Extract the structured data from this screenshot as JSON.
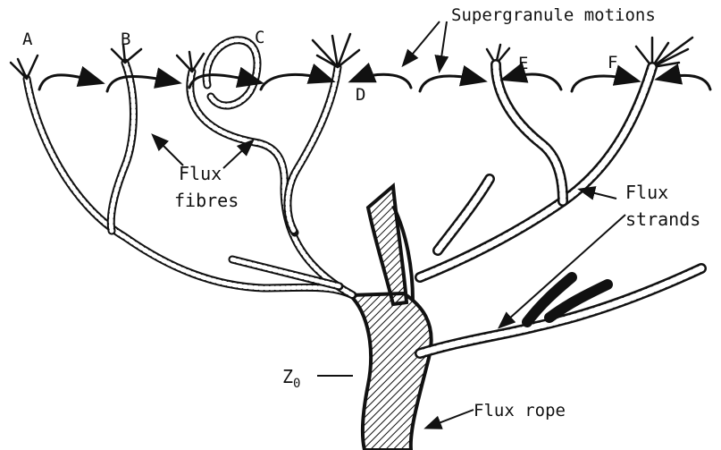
{
  "labels": {
    "a": "A",
    "b": "B",
    "c": "C",
    "d": "D",
    "e": "E",
    "f": "F",
    "supergranule_motions": "Supergranule motions",
    "flux_fibres_line1": "Flux",
    "flux_fibres_line2": "fibres",
    "flux_strands_line1": "Flux",
    "flux_strands_line2": "strands",
    "z0_main": "Z",
    "z0_sub": "0",
    "flux_rope": "Flux rope"
  },
  "colors": {
    "ink": "#111111",
    "background": "#ffffff"
  }
}
